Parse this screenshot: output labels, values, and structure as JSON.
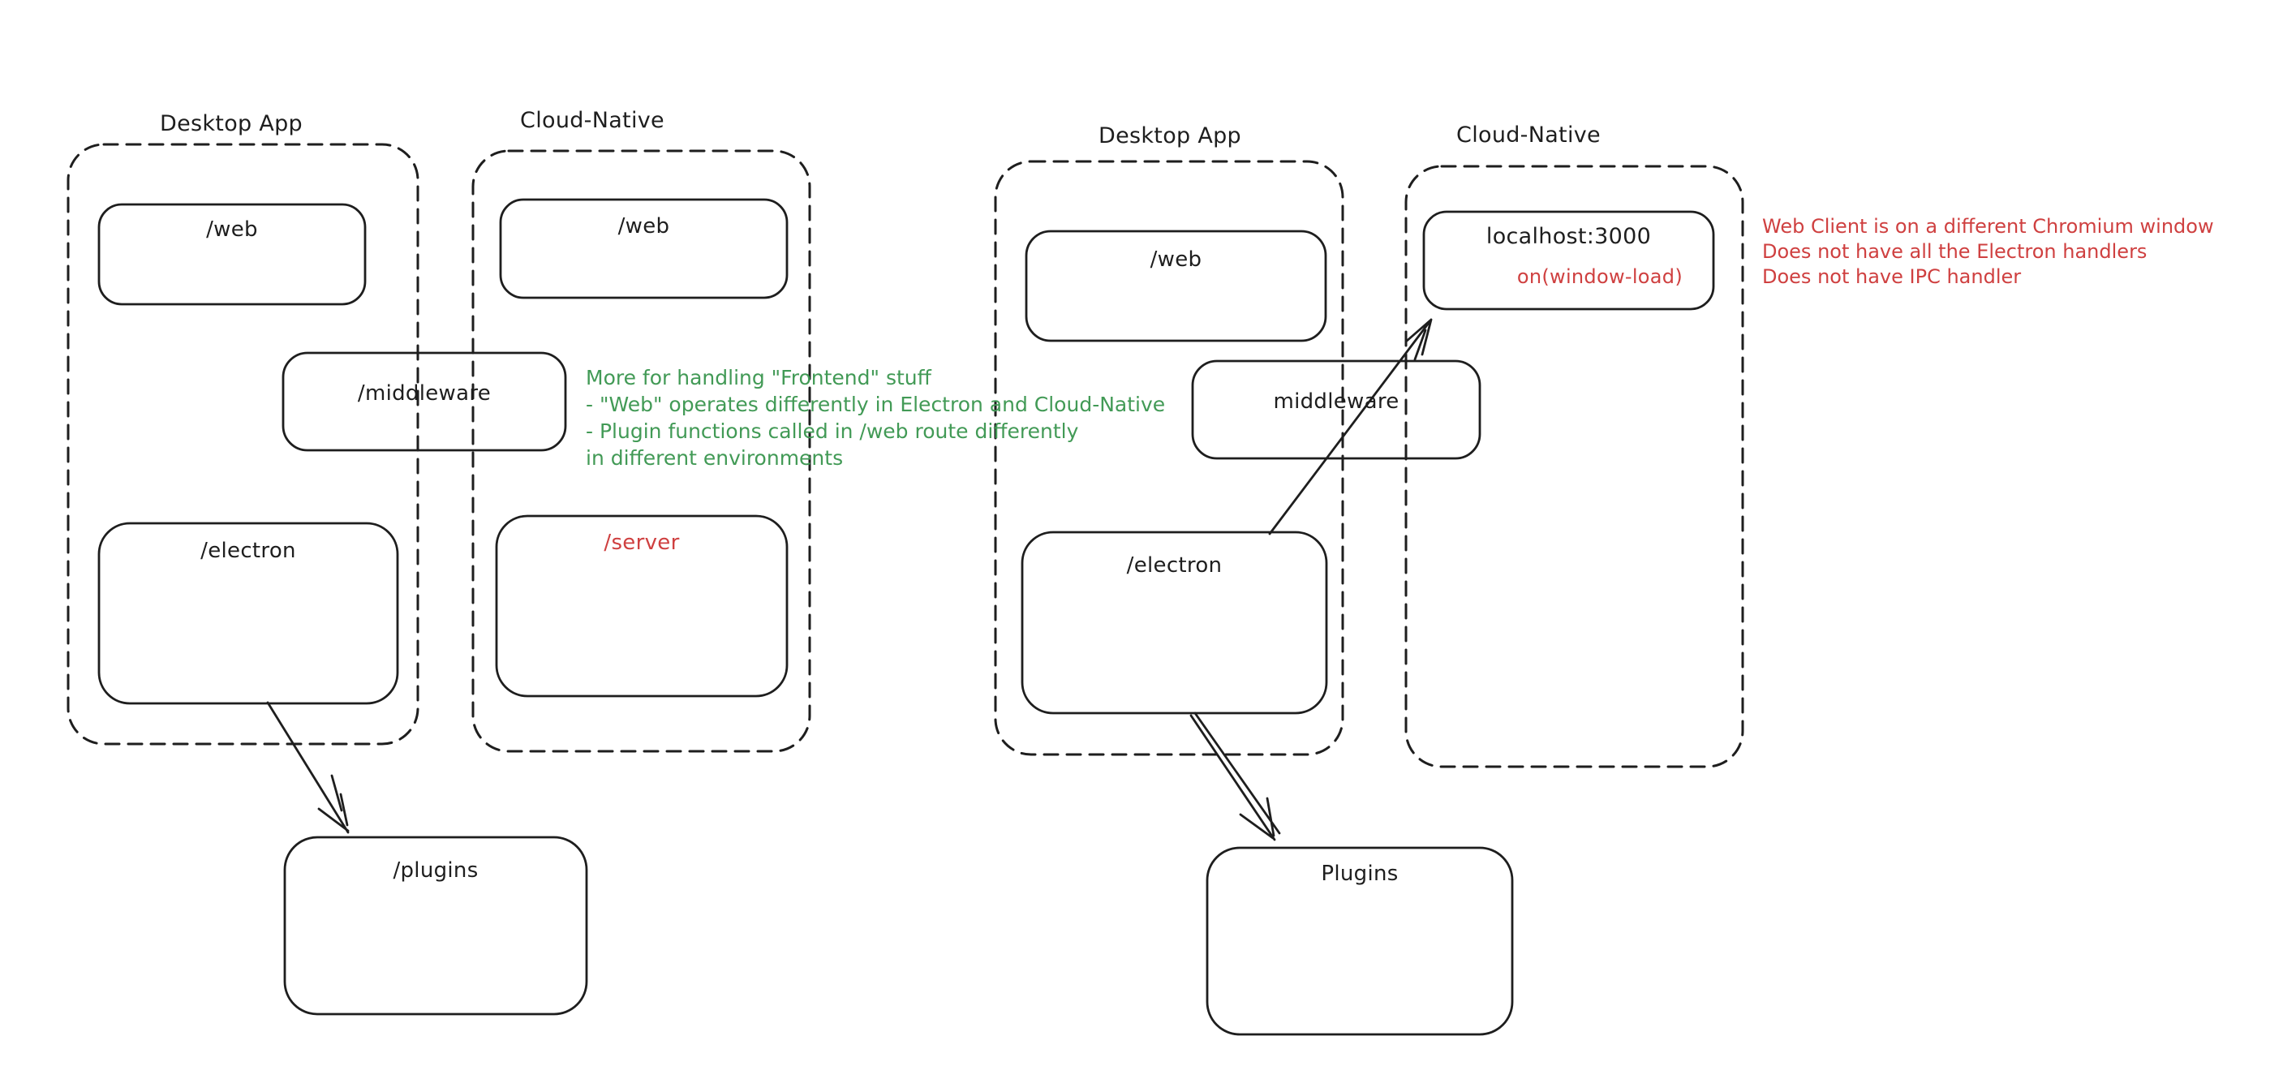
{
  "colors": {
    "ink": "#1e1e1e",
    "red": "#cf4040",
    "green": "#429a56",
    "background": "#ffffff"
  },
  "left": {
    "desktop_group": {
      "label": "Desktop App",
      "web_label": "/web",
      "electron_label": "/electron"
    },
    "cloud_group": {
      "label": "Cloud-Native",
      "web_label": "/web",
      "server_label": "/server"
    },
    "middleware_label": "/middleware",
    "plugins_label": "/plugins",
    "green_note": {
      "lines": [
        "More for handling \"Frontend\" stuff",
        "- \"Web\" operates differently in Electron and Cloud-Native",
        "- Plugin functions called in /web route differently",
        "in different environments"
      ]
    }
  },
  "right": {
    "desktop_group": {
      "label": "Desktop App",
      "web_label": "/web",
      "electron_label": "/electron"
    },
    "cloud_group": {
      "label": "Cloud-Native",
      "localhost_label": "localhost:3000",
      "handler_label": "on(window-load)"
    },
    "middleware_label": "middleware",
    "plugins_label": "Plugins",
    "red_note": {
      "lines": [
        "Web Client is on a different Chromium window",
        "Does not have all the Electron handlers",
        "Does not have IPC handler"
      ]
    }
  }
}
